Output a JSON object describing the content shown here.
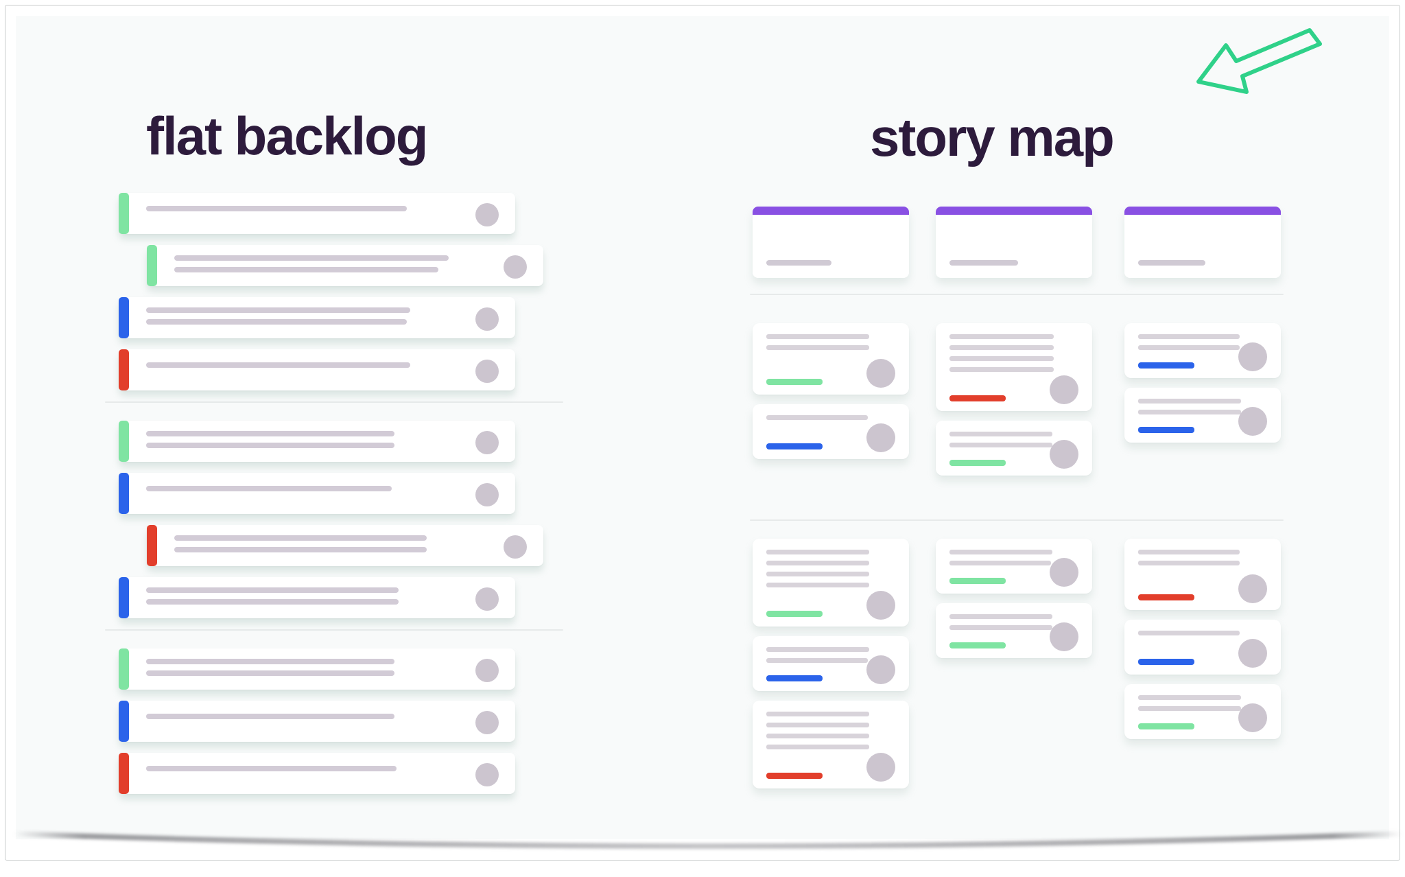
{
  "backlog": {
    "title": "flat backlog",
    "groups": [
      {
        "items": [
          {
            "accent": "green",
            "indent": false,
            "lines": [
              380
            ]
          },
          {
            "accent": "green",
            "indent": true,
            "lines": [
              400,
              385
            ]
          },
          {
            "accent": "blue",
            "indent": false,
            "lines": [
              385,
              380
            ]
          },
          {
            "accent": "red",
            "indent": false,
            "lines": [
              385
            ]
          }
        ]
      },
      {
        "items": [
          {
            "accent": "green",
            "indent": false,
            "lines": [
              362,
              362
            ]
          },
          {
            "accent": "blue",
            "indent": false,
            "lines": [
              358
            ]
          },
          {
            "accent": "red",
            "indent": true,
            "lines": [
              368,
              368
            ]
          },
          {
            "accent": "blue",
            "indent": false,
            "lines": [
              368,
              368
            ]
          }
        ]
      },
      {
        "items": [
          {
            "accent": "green",
            "indent": false,
            "lines": [
              362,
              362
            ]
          },
          {
            "accent": "blue",
            "indent": false,
            "lines": [
              362
            ]
          },
          {
            "accent": "red",
            "indent": false,
            "lines": [
              365
            ]
          }
        ]
      }
    ]
  },
  "story_map": {
    "title": "story map",
    "columns": [
      {
        "epic": {
          "line_w": 95
        },
        "band1": [
          {
            "accent": "green",
            "size": "md",
            "lines": [
              150,
              150
            ]
          },
          {
            "accent": "blue",
            "size": "sm",
            "lines": [
              148
            ]
          }
        ],
        "band2": [
          {
            "accent": "green",
            "size": "lg",
            "lines": [
              150,
              150,
              150,
              150
            ]
          },
          {
            "accent": "blue",
            "size": "sm",
            "lines": [
              150,
              148
            ]
          },
          {
            "accent": "red",
            "size": "lg",
            "lines": [
              150,
              150,
              150,
              150
            ]
          }
        ]
      },
      {
        "epic": {
          "line_w": 100
        },
        "band1": [
          {
            "accent": "red",
            "size": "lg",
            "lines": [
              152,
              152,
              152,
              152
            ]
          },
          {
            "accent": "green",
            "size": "sm",
            "lines": [
              150,
              150
            ]
          }
        ],
        "band2": [
          {
            "accent": "green",
            "size": "sm",
            "lines": [
              150,
              148
            ]
          },
          {
            "accent": "green",
            "size": "sm",
            "lines": [
              150,
              150
            ]
          }
        ]
      },
      {
        "epic": {
          "line_w": 98
        },
        "band1": [
          {
            "accent": "blue",
            "size": "sm",
            "lines": [
              148,
              148
            ]
          },
          {
            "accent": "blue",
            "size": "sm",
            "lines": [
              150,
              150
            ]
          }
        ],
        "band2": [
          {
            "accent": "red",
            "size": "md",
            "lines": [
              148,
              148
            ]
          },
          {
            "accent": "blue",
            "size": "sm",
            "lines": [
              148
            ]
          },
          {
            "accent": "green",
            "size": "sm",
            "lines": [
              150,
              150
            ]
          }
        ]
      }
    ]
  },
  "colors": {
    "green": "#7fe4a2",
    "blue": "#2b63ea",
    "red": "#e23e2b",
    "purple": "#8950e3",
    "arrow_green": "#2fd189",
    "title": "#2d1b3c",
    "placeholder_line": "#d2cbd6",
    "avatar": "#ccc5cf"
  }
}
